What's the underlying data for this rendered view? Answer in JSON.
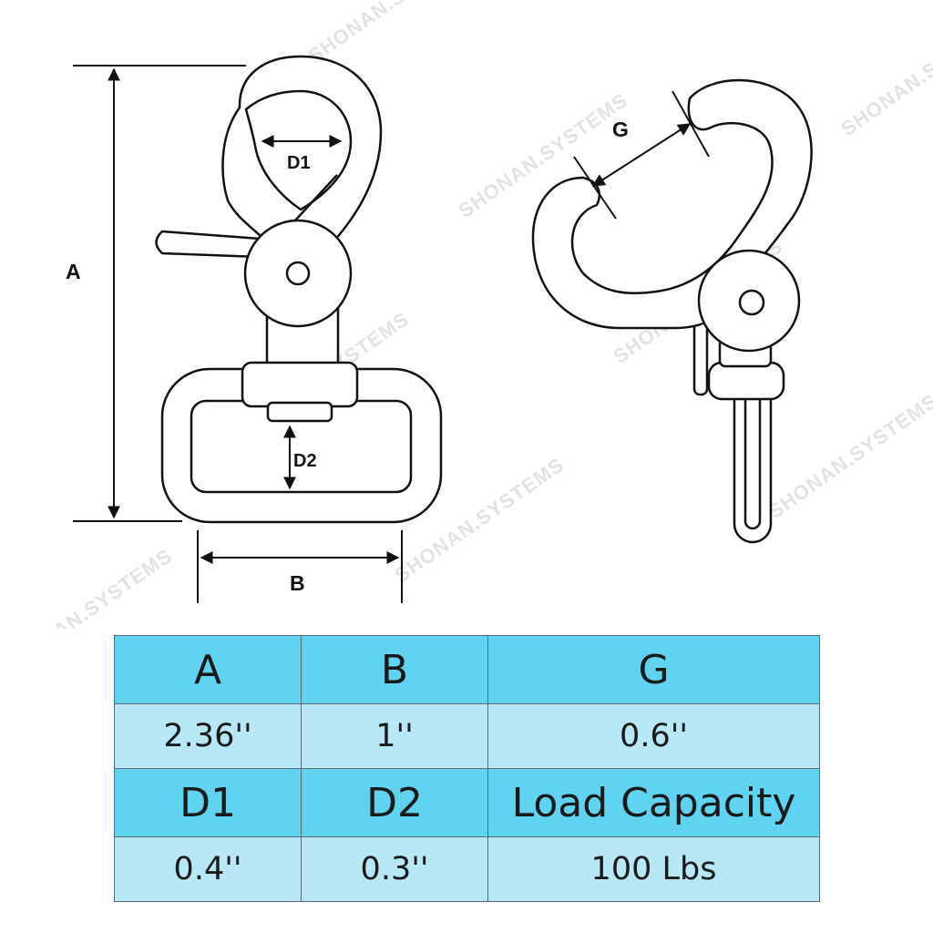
{
  "diagram": {
    "dimension_labels": {
      "A": "A",
      "B": "B",
      "G": "G",
      "D1": "D1",
      "D2": "D2"
    },
    "watermark": "SHONAN.SYSTEMS"
  },
  "spec_table": {
    "rows": [
      {
        "type": "header",
        "cells": [
          "A",
          "B",
          "G"
        ]
      },
      {
        "type": "value",
        "cells": [
          "2.36''",
          "1''",
          "0.6''"
        ]
      },
      {
        "type": "header",
        "cells": [
          "D1",
          "D2",
          "Load Capacity"
        ]
      },
      {
        "type": "value",
        "cells": [
          "0.4''",
          "0.3''",
          "100 Lbs"
        ]
      }
    ]
  },
  "colors": {
    "header_bg": "#5fd3f0",
    "value_bg": "#b8e8f6",
    "line": "#111111"
  }
}
